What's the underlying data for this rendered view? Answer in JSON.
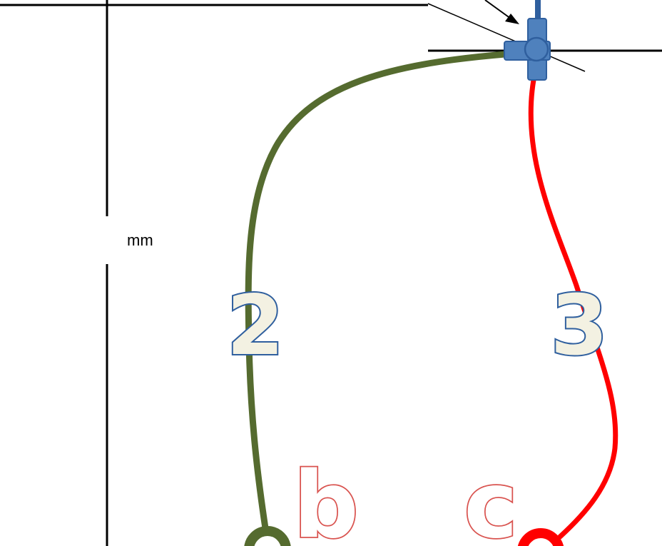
{
  "dimension": {
    "unit_label": "mm"
  },
  "tubes": [
    {
      "number": "2",
      "end_letter": "b",
      "tube_color": "#556b2f",
      "label_fill": "#f3f1e2",
      "label_outline": "#2f5f9e"
    },
    {
      "number": "3",
      "end_letter": "c",
      "tube_color": "#ff0000",
      "label_fill": "#f3f1e2",
      "label_outline": "#2f5f9e"
    }
  ],
  "letter_colors": {
    "fill": "#ffffff",
    "outline": "#d9534f"
  },
  "connector": {
    "icon": "tee-connector-icon",
    "color": "#4f81bd",
    "outline": "#2f5f9e"
  }
}
